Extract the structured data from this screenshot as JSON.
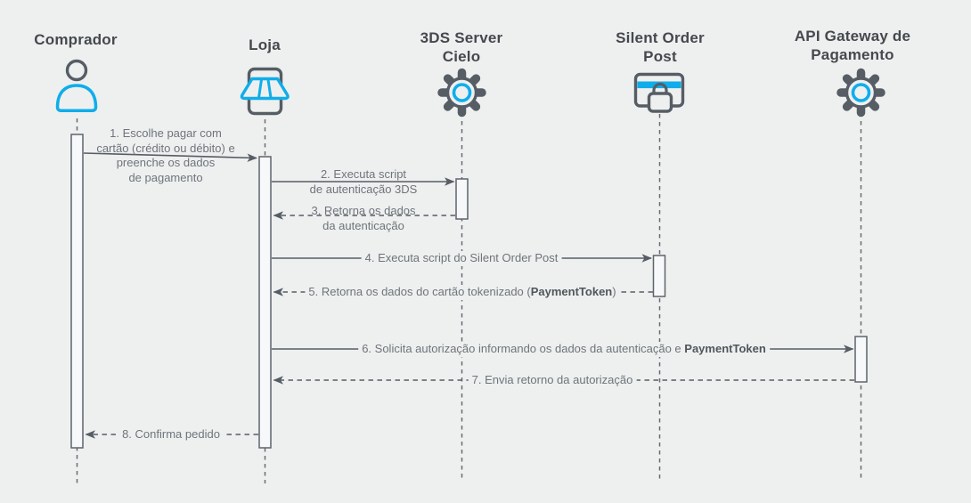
{
  "palette": {
    "background": "#eef0f0",
    "cyan_accent": "#10adea",
    "gray_stroke": "#565d64",
    "header_text": "#45494e",
    "message_text": "#6f747a",
    "activation_fill": "#f7f8f9"
  },
  "actors": [
    {
      "id": "comprador",
      "label_lines": [
        "Comprador"
      ],
      "icon": "person-icon"
    },
    {
      "id": "loja",
      "label_lines": [
        "Loja"
      ],
      "icon": "storefront-icon"
    },
    {
      "id": "3ds-server-cielo",
      "label_lines": [
        "3DS Server",
        "Cielo"
      ],
      "icon": "gear-icon"
    },
    {
      "id": "silent-order-post",
      "label_lines": [
        "Silent Order",
        "Post"
      ],
      "icon": "card-lock-icon"
    },
    {
      "id": "api-gateway-pagamento",
      "label_lines": [
        "API Gateway de",
        "Pagamento"
      ],
      "icon": "gear-icon"
    }
  ],
  "messages": [
    {
      "num": 1,
      "from": "comprador",
      "to": "loja",
      "style": "solid",
      "lines": [
        "1. Escolhe pagar com",
        "cartão (crédito ou débito) e",
        "preenche os dados",
        "de pagamento"
      ]
    },
    {
      "num": 2,
      "from": "loja",
      "to": "3ds-server-cielo",
      "style": "solid",
      "lines": [
        "2. Executa script",
        "de autenticação 3DS"
      ]
    },
    {
      "num": 3,
      "from": "3ds-server-cielo",
      "to": "loja",
      "style": "dashed",
      "lines": [
        "3. Retorna os dados",
        "da autenticação"
      ]
    },
    {
      "num": 4,
      "from": "loja",
      "to": "silent-order-post",
      "style": "solid",
      "text": "4. Executa script do Silent Order Post"
    },
    {
      "num": 5,
      "from": "silent-order-post",
      "to": "loja",
      "style": "dashed",
      "prefix": "5. Retorna os dados do cartão tokenizado (",
      "bold": "PaymentToken",
      "suffix": ")"
    },
    {
      "num": 6,
      "from": "loja",
      "to": "api-gateway-pagamento",
      "style": "solid",
      "prefix": "6. Solicita autorização informando os dados da autenticação e ",
      "bold": "PaymentToken",
      "suffix": ""
    },
    {
      "num": 7,
      "from": "api-gateway-pagamento",
      "to": "loja",
      "style": "dashed",
      "text": "7. Envia retorno da autorização"
    },
    {
      "num": 8,
      "from": "loja",
      "to": "comprador",
      "style": "dashed",
      "text": "8. Confirma pedido"
    }
  ]
}
